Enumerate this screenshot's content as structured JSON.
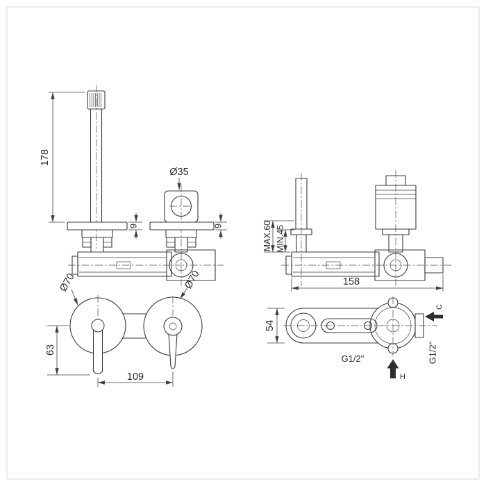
{
  "colors": {
    "line": "#3a3a3a",
    "arrow": "#2e2e2e",
    "border": "#d9d9d9",
    "background": "#ffffff"
  },
  "views": {
    "spout_front": {
      "height": "178",
      "plate_thickness": "9"
    },
    "handle_front": {
      "knob_diameter": "Ø35",
      "plate_thickness": "9"
    },
    "rough_in_side": {
      "wall_depth_max": "MAX.60",
      "wall_depth_min": "MIN.45",
      "body_length": "158"
    },
    "trim_front": {
      "left_rosette_diameter": "Ø70",
      "right_rosette_diameter": "Ø70",
      "spout_drop": "63",
      "center_distance": "109"
    },
    "rough_in_rear": {
      "body_height": "54",
      "hot_thread": "G1/2\"",
      "hot_label": "H",
      "cold_thread": "G1/2\"",
      "cold_label": "C"
    }
  }
}
